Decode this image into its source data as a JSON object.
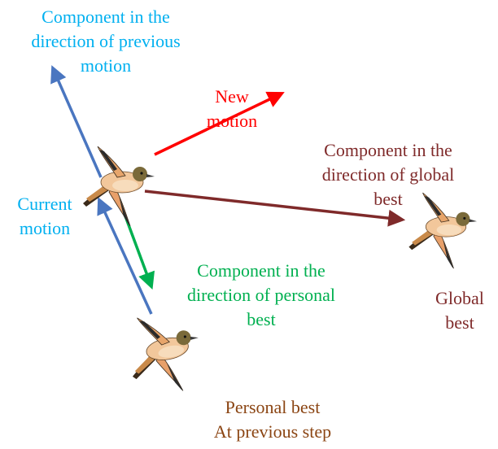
{
  "colors": {
    "previous_motion": "#00b0f0",
    "new_motion": "#ff0000",
    "global_best": "#7f2a2a",
    "personal_best_component": "#00b050",
    "current_motion": "#00b0f0",
    "personal_best": "#8b4513",
    "arrow_blue": "#4a76c0",
    "arrow_green": "#00b050",
    "arrow_red": "#ff0000",
    "arrow_brown": "#7f2a2a"
  },
  "labels": {
    "previous_motion": [
      "Component in the",
      "direction of previous",
      "motion"
    ],
    "new_motion": [
      "New",
      "motion"
    ],
    "global_component": [
      "Component in the",
      "direction of global",
      "best"
    ],
    "current_motion": [
      "Current",
      "motion"
    ],
    "personal_component": [
      "Component in the",
      "direction of personal",
      "best"
    ],
    "global_best": [
      "Global",
      "best"
    ],
    "personal_best": [
      "Personal best",
      "At previous step"
    ]
  },
  "icons": {
    "current_bird": "bird-icon",
    "global_bird": "bird-icon",
    "personal_bird": "bird-icon"
  }
}
